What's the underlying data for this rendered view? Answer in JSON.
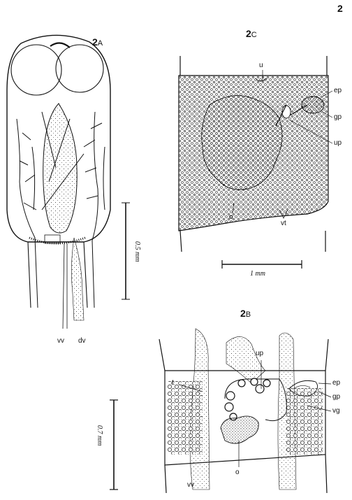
{
  "plate": {
    "number": "2"
  },
  "figures": {
    "a": {
      "num": "2",
      "letter": "A",
      "scale": "0.5 mm",
      "labels": {
        "vv": "vv",
        "dv": "dv"
      }
    },
    "c": {
      "num": "2",
      "letter": "C",
      "scale": "1 mm",
      "labels": {
        "u": "u",
        "ep": "ep",
        "gp": "gp",
        "up": "up",
        "o": "o",
        "vt": "vt"
      }
    },
    "b": {
      "num": "2",
      "letter": "B",
      "scale": "0.7 mm",
      "labels": {
        "up": "up",
        "t": "t",
        "ep": "ep",
        "gp": "gp",
        "vg": "vg",
        "o": "o",
        "vv": "vv"
      }
    }
  },
  "colors": {
    "ink": "#111111",
    "paper": "#ffffff"
  }
}
